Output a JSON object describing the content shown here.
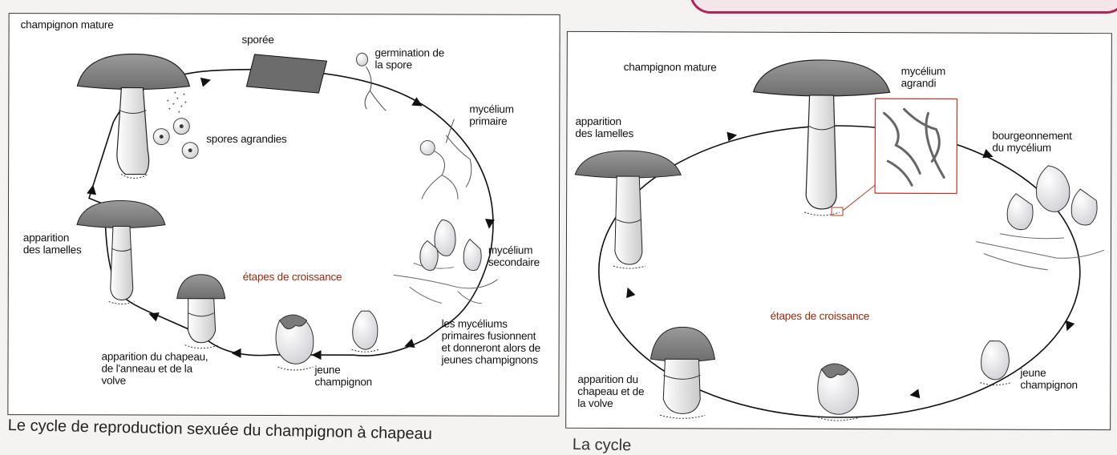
{
  "left_panel": {
    "labels": {
      "champignon_mature": "champignon mature",
      "sporee": "sporée",
      "germination": "germination de\nla spore",
      "mycelium_primaire": "mycélium\nprimaire",
      "spores_agrandies": "spores agrandies",
      "apparition_lamelles": "apparition\ndes lamelles",
      "etapes": "étapes de croissance",
      "mycelium_secondaire": "mycélium\nsecondaire",
      "myceliums_fusionnent": "les mycéliums\nprimaires fusionnent\net donneront alors de\njeunes champignons",
      "jeune_champignon": "jeune\nchampignon",
      "apparition_chapeau": "apparition du chapeau,\nde l'anneau et de la\nvolve"
    }
  },
  "right_panel": {
    "labels": {
      "champignon_mature": "champignon mature",
      "mycelium_agrandi": "mycélium\nagrandi",
      "apparition_lamelles": "apparition\ndes lamelles",
      "bourgeonnement": "bourgeonnement\ndu mycélium",
      "etapes": "étapes de croissance",
      "jeune_champignon": "jeune\nchampignon",
      "apparition_chapeau": "apparition du\nchapeau et de\nla volve"
    }
  },
  "captions": {
    "left": "Le cycle de reproduction sexuée du champignon à chapeau",
    "right": "La cycle"
  },
  "colors": {
    "accent_red": "#9b2a12",
    "cap_gray": "#8a8a8a",
    "stem_light": "#e6e6e6",
    "border_pink": "#b3245a"
  }
}
